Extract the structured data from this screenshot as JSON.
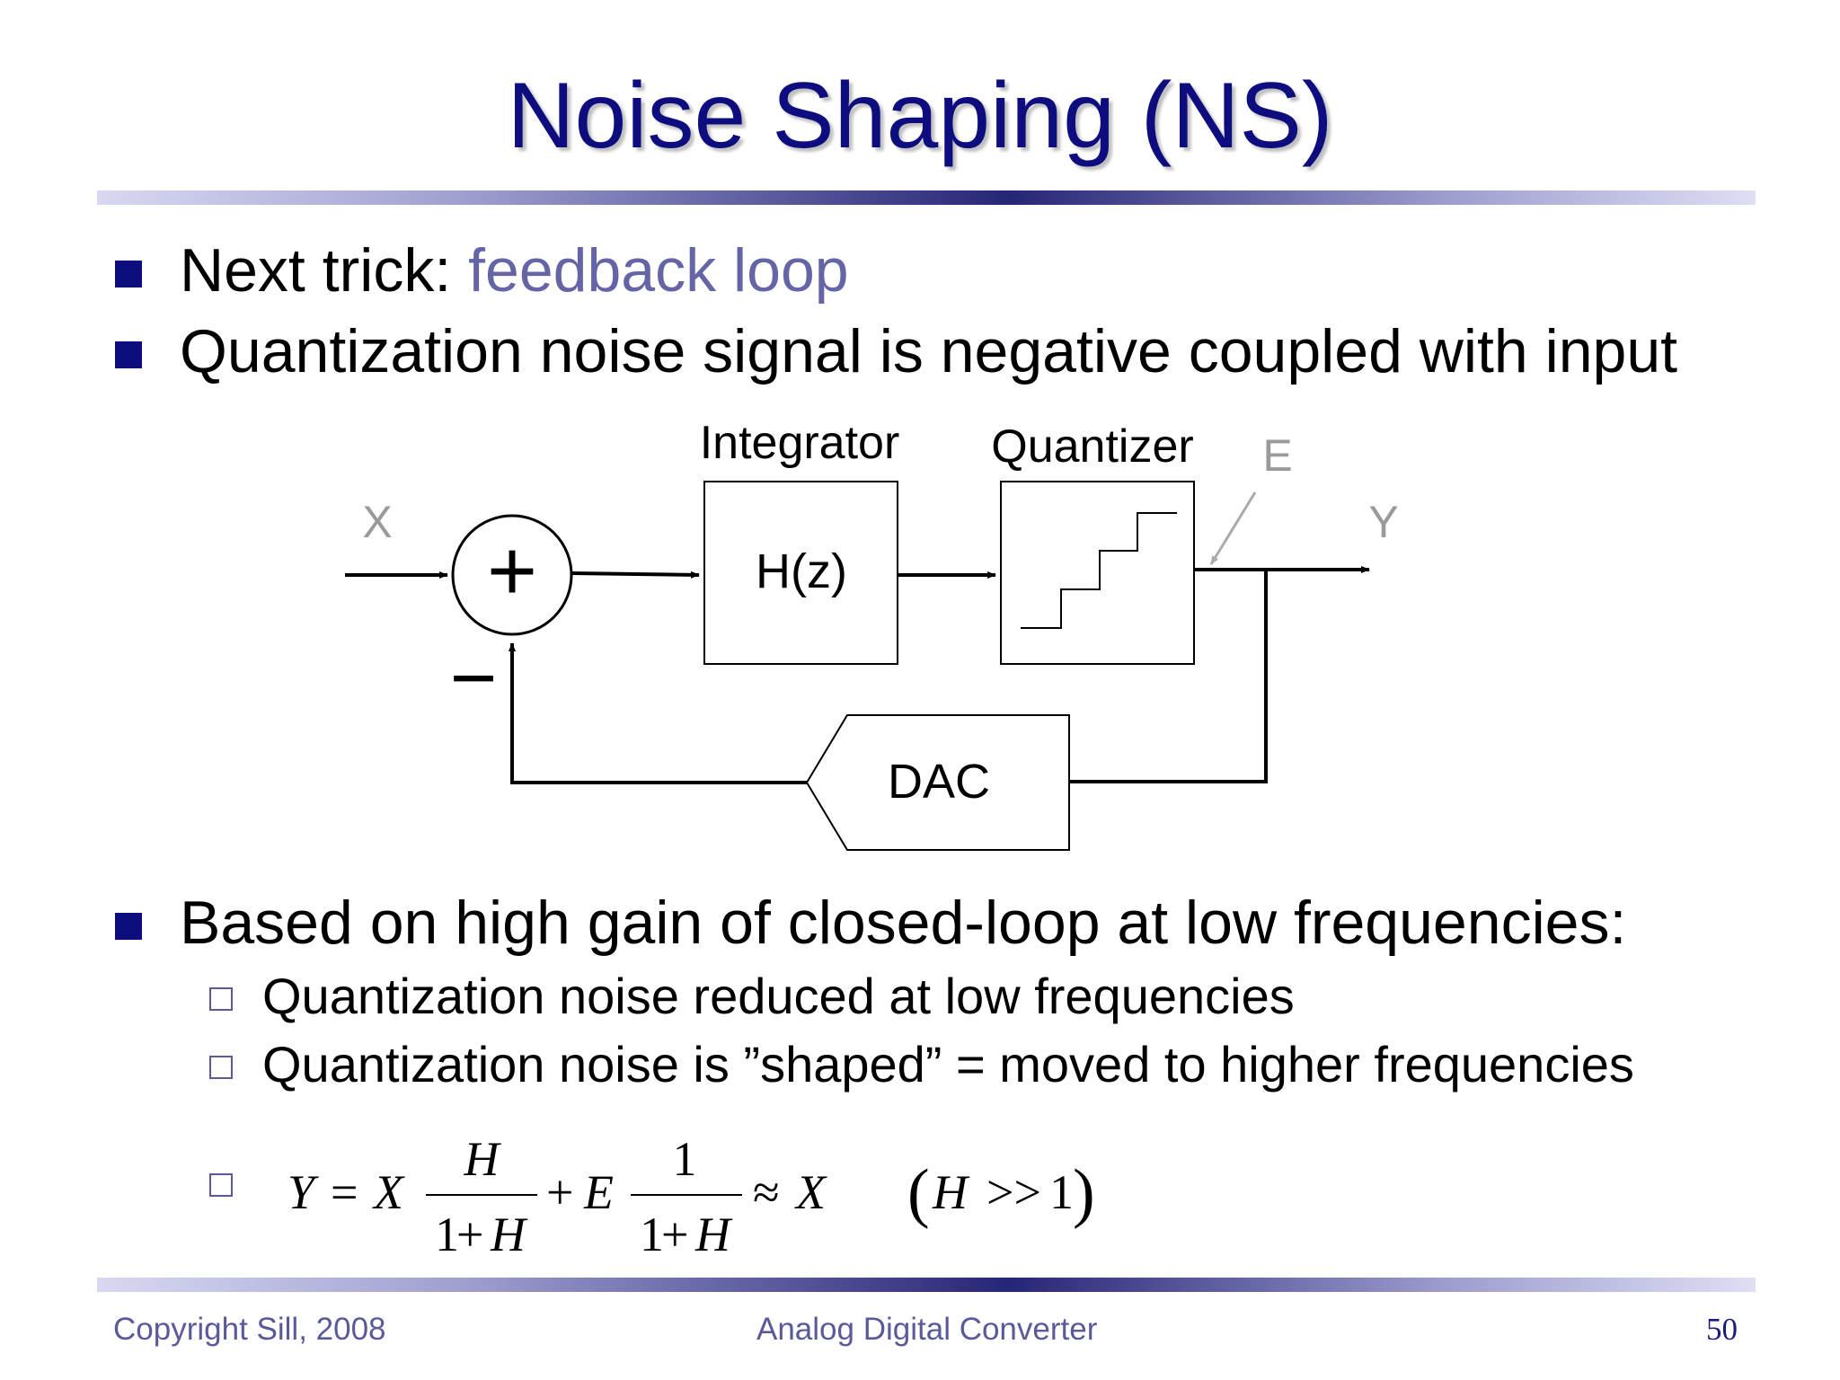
{
  "title": "Noise Shaping (NS)",
  "bullets": [
    {
      "prefix": "Next trick: ",
      "highlight": "feedback loop"
    },
    {
      "text": "Quantization noise signal is negative coupled with input"
    },
    {
      "text": "Based on high gain of closed-loop at low frequencies:"
    }
  ],
  "subbullets": [
    "Quantization noise reduced at low frequencies",
    "Quantization noise is ”shaped” = moved to higher frequencies"
  ],
  "diagram": {
    "input_label": "X",
    "output_label": "Y",
    "error_label": "E",
    "summer_sign": "+",
    "feedback_sign": "−",
    "integrator_title": "Integrator",
    "integrator_func": "H(z)",
    "quantizer_title": "Quantizer",
    "dac_label": "DAC"
  },
  "equation": {
    "lhs": "Y",
    "eq": "=",
    "x": "X",
    "frac1_num": "H",
    "frac1_den_one": "1",
    "frac1_den_plus": "+",
    "frac1_den_h": "H",
    "plus": "+",
    "e": "E",
    "frac2_num": "1",
    "frac2_den_one": "1",
    "frac2_den_plus": "+",
    "frac2_den_h": "H",
    "approx": "≈",
    "rhs": "X",
    "cond_open": "(",
    "cond_h": "H",
    "cond_gg": ">>",
    "cond_one": "1",
    "cond_close": ")"
  },
  "footer": {
    "copyright": "Copyright Sill, 2008",
    "center": "Analog Digital Converter",
    "page": "50"
  }
}
